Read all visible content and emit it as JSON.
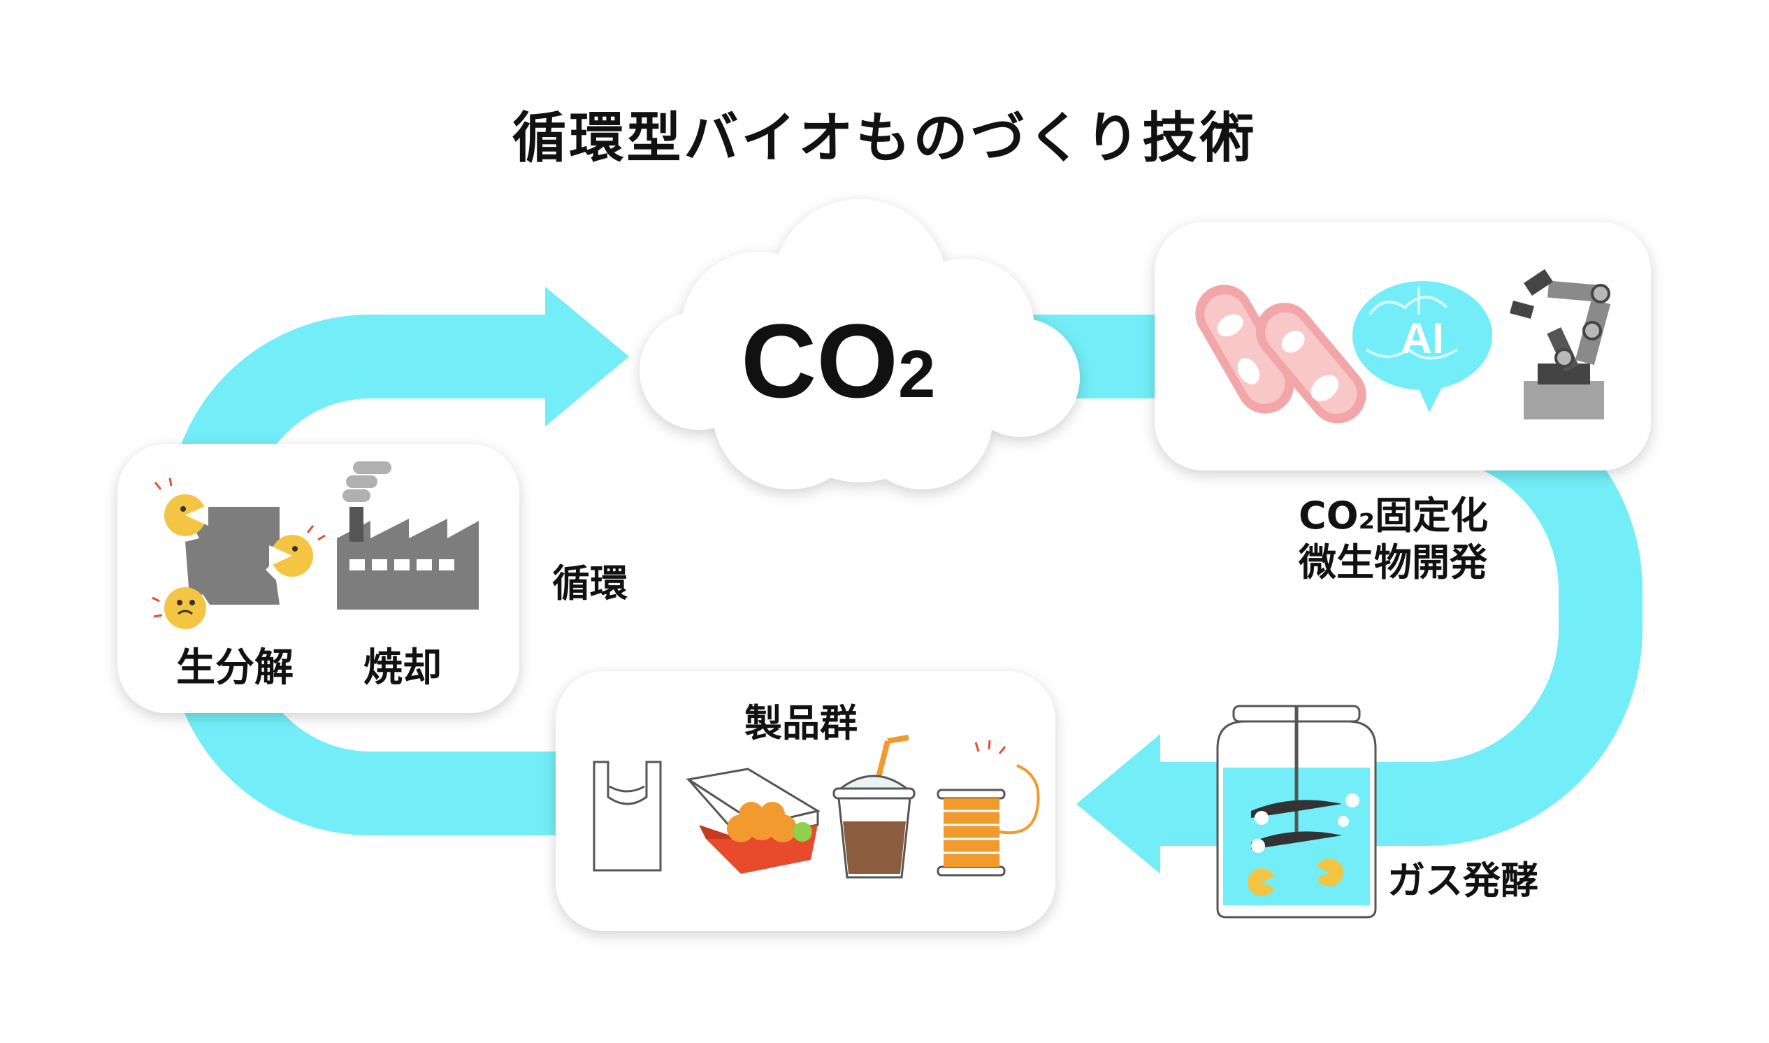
{
  "title": "循環型バイオものづくり技術",
  "cloud": {
    "main": "CO",
    "sub": "2"
  },
  "labels": {
    "biodegradation": "生分解",
    "incineration": "焼却",
    "cycle": "循環",
    "fixation_line1": "CO₂固定化",
    "fixation_line2": "微生物開発",
    "products": "製品群",
    "gas_fermentation": "ガス発酵"
  },
  "icons": {
    "fixation_box": [
      "microbe-icon",
      "ai-brain-icon",
      "robot-arm-icon"
    ],
    "brain_text": "AI",
    "products_box": [
      "plastic-bag-icon",
      "food-box-icon",
      "drink-cup-icon",
      "thread-spool-icon"
    ],
    "decomposition_box": [
      "decomposer-microbe-icon",
      "factory-icon"
    ],
    "fermenter": "fermentation-tank-icon"
  },
  "colors": {
    "arrow": "#73edf7",
    "box_bg": "#ffffff",
    "shadow": "#d8d8d8",
    "microbe": "#f4c542",
    "gray": "#7d7d7d"
  }
}
